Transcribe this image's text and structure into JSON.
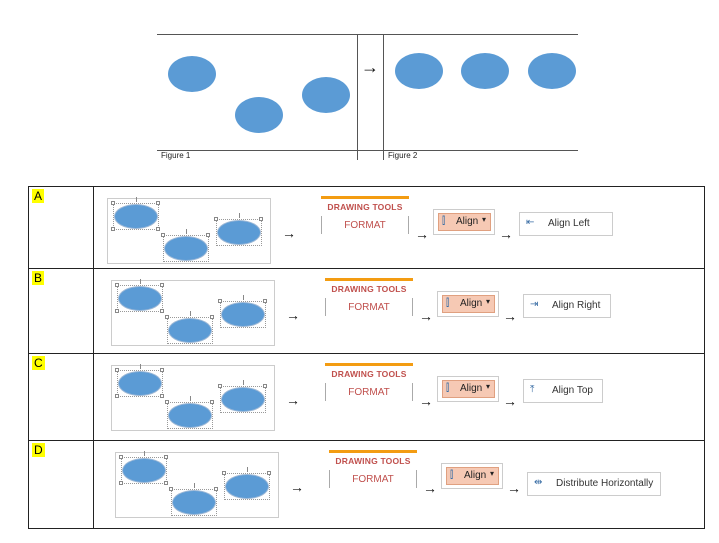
{
  "figures": {
    "figure1_label": "Figure 1",
    "figure2_label": "Figure 2",
    "transition_arrow": "→"
  },
  "options": [
    {
      "letter": "A",
      "drawing_tools": "DRAWING TOOLS",
      "format_tab": "FORMAT",
      "align_button": "Align",
      "command": "Align Left",
      "command_icon": "align-left-icon"
    },
    {
      "letter": "B",
      "drawing_tools": "DRAWING TOOLS",
      "format_tab": "FORMAT",
      "align_button": "Align",
      "command": "Align Right",
      "command_icon": "align-right-icon"
    },
    {
      "letter": "C",
      "drawing_tools": "DRAWING TOOLS",
      "format_tab": "FORMAT",
      "align_button": "Align",
      "command": "Align Top",
      "command_icon": "align-top-icon"
    },
    {
      "letter": "D",
      "drawing_tools": "DRAWING TOOLS",
      "format_tab": "FORMAT",
      "align_button": "Align",
      "command": "Distribute Horizontally",
      "command_icon": "distribute-horizontally-icon"
    }
  ],
  "arrow_glyph": "→",
  "colors": {
    "ellipse_fill": "#5b9bd5",
    "highlight": "#ffff00",
    "accent_orange": "#f39c12",
    "format_text": "#c0504d",
    "align_button_fill": "#f6c9b4"
  }
}
